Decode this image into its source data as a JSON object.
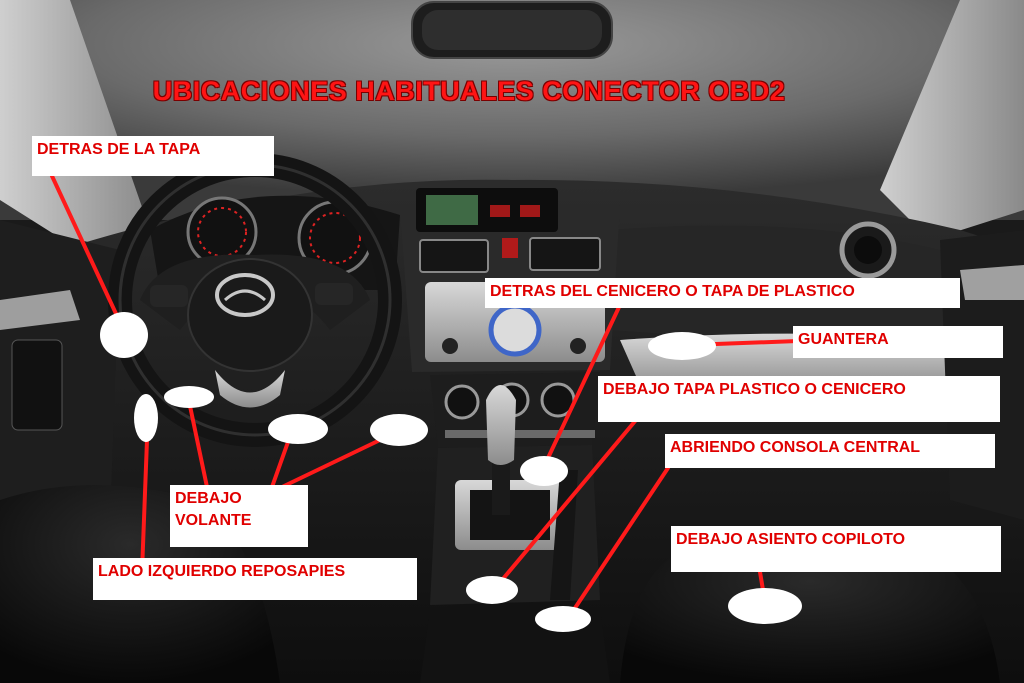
{
  "title": "UBICACIONES HABITUALES CONECTOR OBD2",
  "accent_color": "#e00000",
  "labels": {
    "detras_tapa": "DETRAS DE LA TAPA",
    "detras_cenicero": "DETRAS DEL CENICERO O TAPA DE PLASTICO",
    "guantera": "GUANTERA",
    "debajo_tapa": "DEBAJO TAPA PLASTICO O CENICERO",
    "abriendo_consola": "ABRIENDO CONSOLA CENTRAL",
    "debajo_asiento": "DEBAJO ASIENTO COPILOTO",
    "debajo_volante_1": "DEBAJO",
    "debajo_volante_2": "VOLANTE",
    "lado_izquierdo": "LADO IZQUIERDO REPOSAPIES"
  },
  "car_brand": "mazda"
}
